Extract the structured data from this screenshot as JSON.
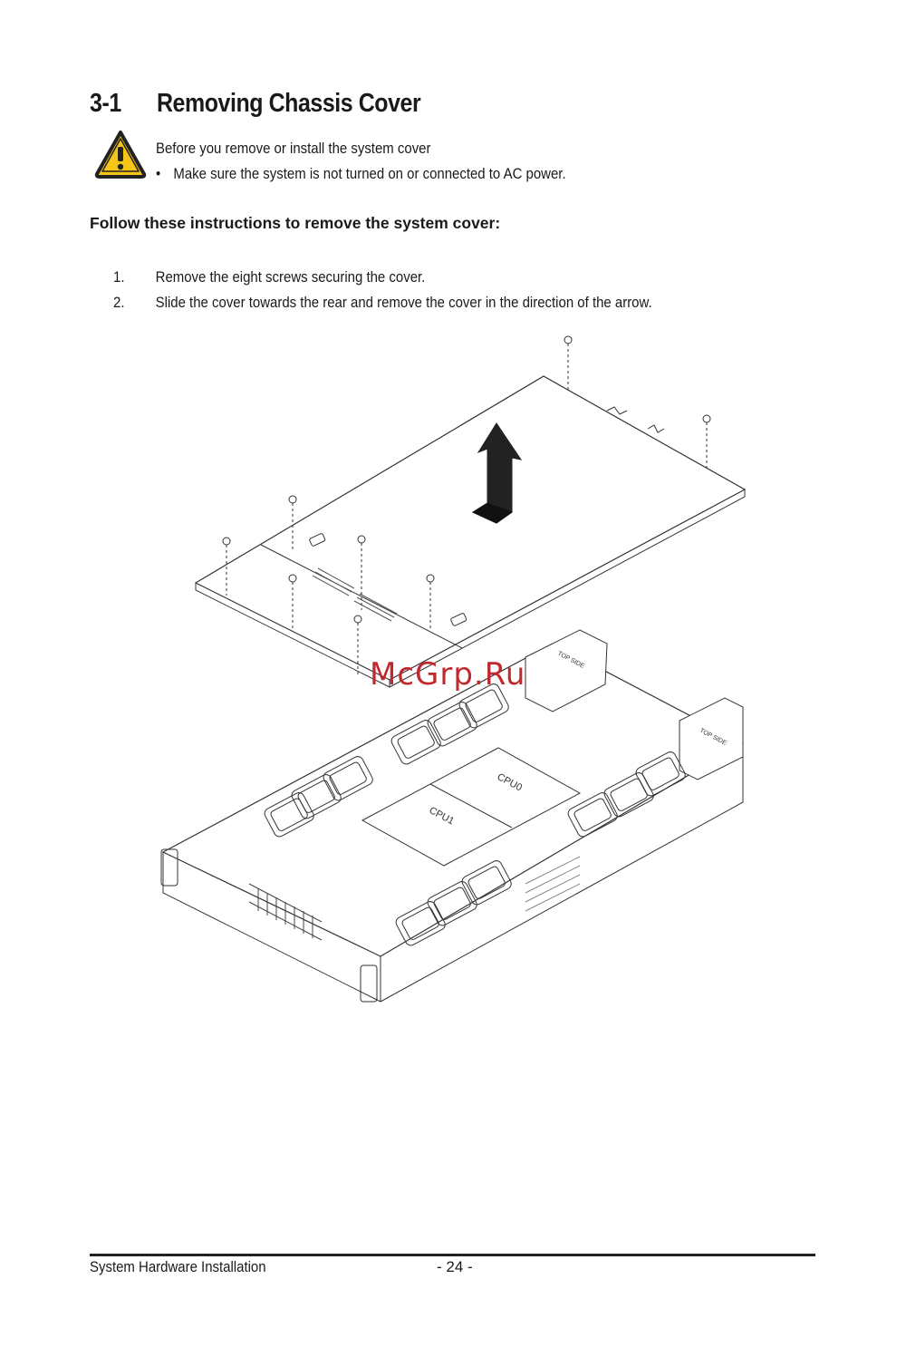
{
  "section": {
    "number": "3-1",
    "title": "Removing Chassis Cover"
  },
  "caution": {
    "icon": "warning-triangle-icon",
    "color": "#f5c518",
    "intro": "Before you remove or install the system cover",
    "bullet": "Make sure the system is not turned on or connected to AC power."
  },
  "instructions_heading": "Follow these instructions to remove the system cover:",
  "steps": [
    {
      "num": "1.",
      "text": "Remove the eight screws securing the cover."
    },
    {
      "num": "2.",
      "text": "Slide the cover towards the rear and remove the cover in the direction of the arrow."
    }
  ],
  "figure": {
    "labels": {
      "cpu0": "CPU0",
      "cpu1": "CPU1",
      "top_side_1": "TOP SIDE",
      "top_side_2": "TOP SIDE"
    }
  },
  "watermark": "McGrp.Ru",
  "footer": {
    "left": "System Hardware Installation",
    "page": "- 24 -"
  }
}
